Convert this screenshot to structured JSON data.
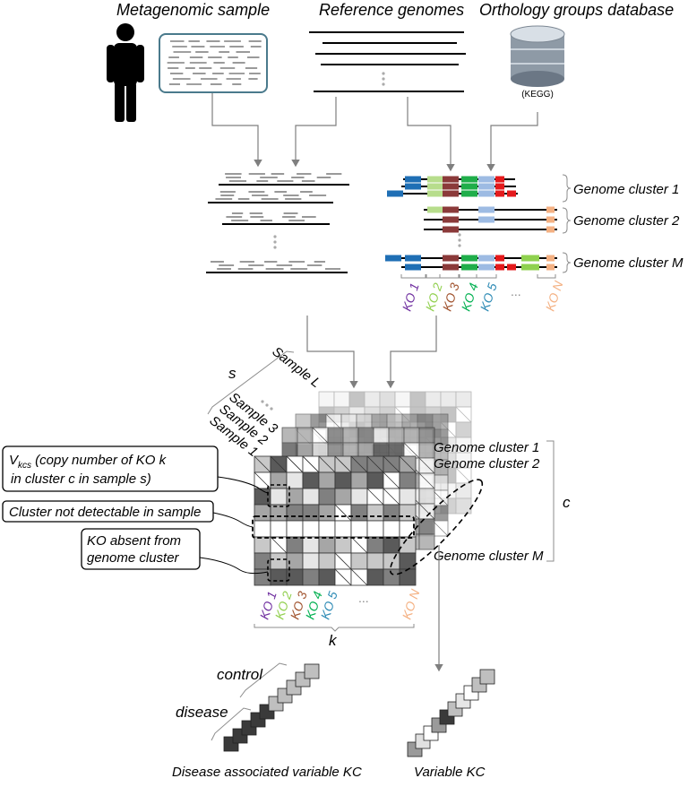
{
  "headers": {
    "sample": "Metagenomic sample",
    "references": "Reference genomes",
    "orthology": "Orthology groups database"
  },
  "database_label": "(KEGG)",
  "genome_clusters": [
    "Genome cluster 1",
    "Genome cluster 2",
    "Genome cluster M"
  ],
  "ko_labels": [
    {
      "text": "KO 1",
      "color": "#7030a0"
    },
    {
      "text": "KO 2",
      "color": "#92d050"
    },
    {
      "text": "KO 3",
      "color": "#a0522d"
    },
    {
      "text": "KO 4",
      "color": "#00b050"
    },
    {
      "text": "KO 5",
      "color": "#2e8bb5"
    },
    {
      "text": "KO N",
      "color": "#f4b183"
    }
  ],
  "ellipsis": "...",
  "samples": [
    "Sample L",
    "Sample 3",
    "Sample 2",
    "Sample 1"
  ],
  "dims": {
    "s": "s",
    "c": "c",
    "k": "k"
  },
  "callouts": {
    "v_symbol": "V",
    "v_subscript": "kcs",
    "v_line1": " (copy number of KO k",
    "v_line2": "in cluster c in sample s)",
    "not_detectable": "Cluster not detectable in sample",
    "absent_line1": "KO absent from",
    "absent_line2": "genome cluster"
  },
  "groups": {
    "control": "control",
    "disease": "disease"
  },
  "bottom": {
    "disease_kc": "Disease associated variable KC",
    "variable_kc": "Variable KC"
  },
  "colors": {
    "gene_blue": "#1f6fb5",
    "gene_lightgreen": "#b7dd8c",
    "gene_brown": "#8b3a3a",
    "gene_green": "#1fae4a",
    "gene_lightblue": "#9dbbe3",
    "gene_red": "#e41a1c",
    "gene_limegreen": "#8fd14f",
    "gene_peach": "#f4b183",
    "sample_box_border": "#4a7a8c"
  }
}
